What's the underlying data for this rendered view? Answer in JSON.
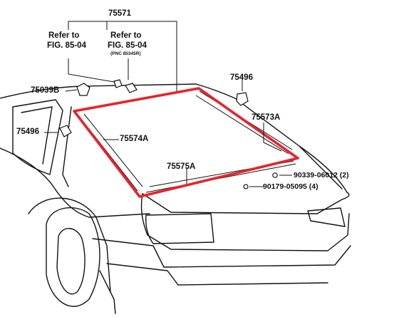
{
  "labels": {
    "top_part": "75571",
    "ref_left_line1": "Refer to",
    "ref_left_line2": "FIG. 85-04",
    "ref_right_line1": "Refer to",
    "ref_right_line2": "FIG. 85-04",
    "ref_right_note": "(PNC 85345R)",
    "clip_upper_left": "75039B",
    "clip_left": "75496",
    "clip_right": "75496",
    "molding_right": "75573A",
    "molding_left": "75574A",
    "molding_lower": "75575A",
    "screw": "90339-06012 (2)",
    "nut": "90179-05095 (4)"
  },
  "colors": {
    "line": "#111111",
    "highlight": "#e8232b",
    "background": "#ffffff"
  }
}
